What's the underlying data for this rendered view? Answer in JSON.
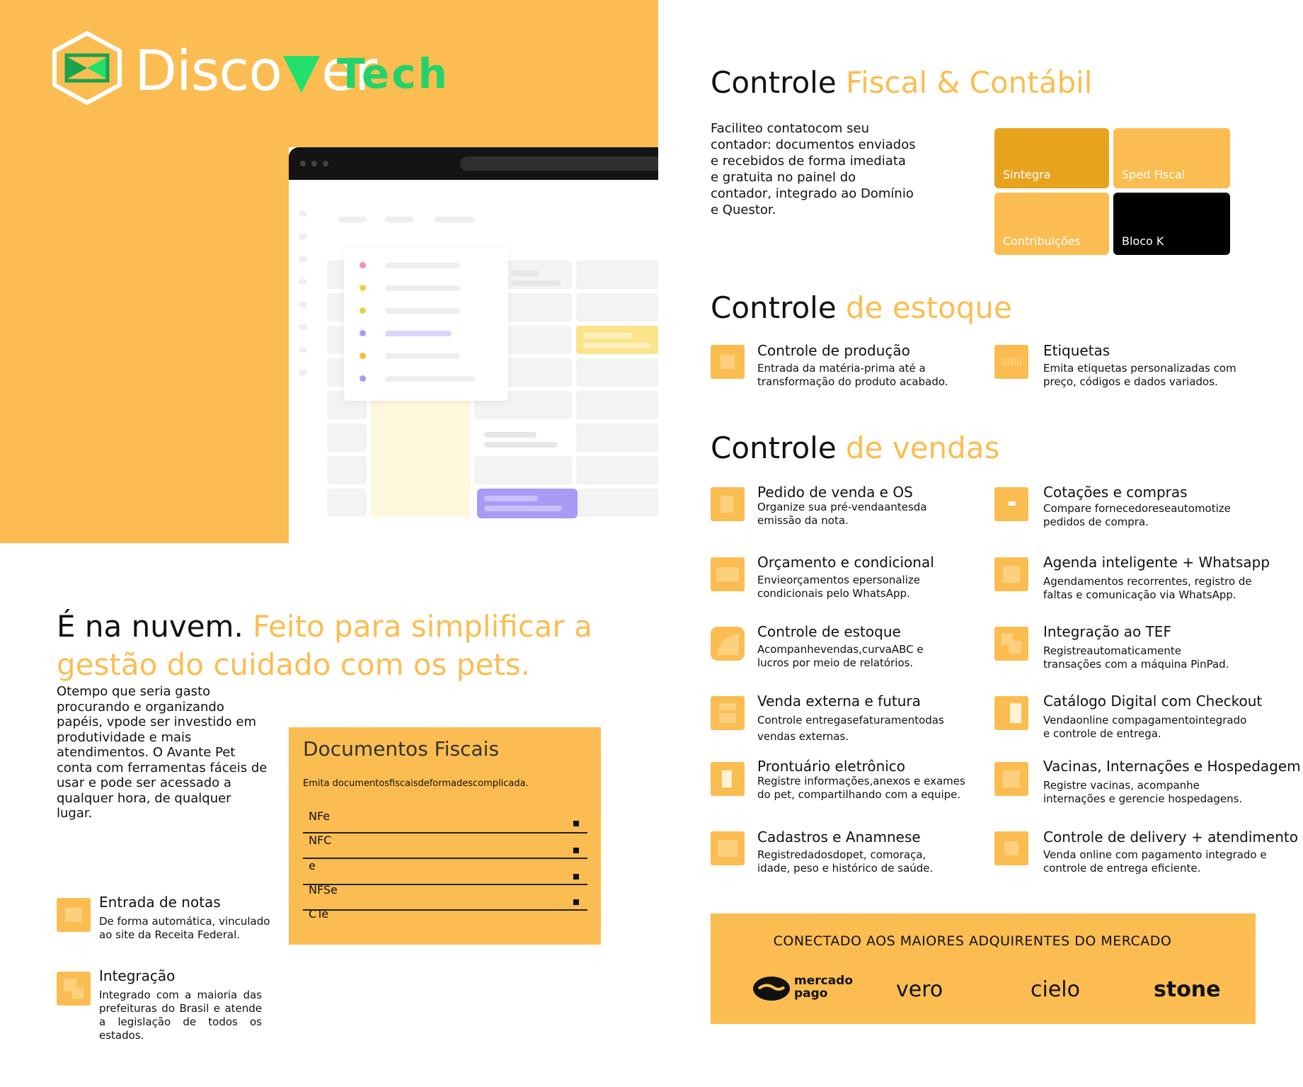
{
  "logo": {
    "word_left": "Disco",
    "word_right": "er",
    "tech": "Tech"
  },
  "fiscal": {
    "title_a": "Controle ",
    "title_b": "Fiscal & Contábil",
    "desc": "Faciliteo contatocom seu contador: documentos enviados e recebidos de forma imediata e gratuita no painel do contador, integrado ao Domínio e Questor.",
    "boxes": [
      {
        "label": "Sintegra",
        "color": "#E8A31E"
      },
      {
        "label": "Sped Fiscal",
        "color": "#FBBD51"
      },
      {
        "label": "Contribuições",
        "color": "#FBBD51"
      },
      {
        "label": "Bloco K",
        "color": "#000000"
      }
    ]
  },
  "estoque": {
    "title_a": "Controle ",
    "title_b": "de estoque",
    "items": [
      {
        "title": "Controle de produção",
        "desc": "Entrada da matéria-prima até a transformação do produto acabado."
      },
      {
        "title": "Etiquetas",
        "desc": "Emita etiquetas personalizadas com preço, códigos e dados variados."
      }
    ]
  },
  "vendas": {
    "title_a": "Controle ",
    "title_b": "de vendas",
    "left": [
      {
        "title": "Pedido de venda e OS",
        "desc": "Organize sua pré-vendaantesda emissão da nota."
      },
      {
        "title": "Orçamento e condicional",
        "desc": "Envieorçamentos epersonalize condicionais pelo WhatsApp."
      },
      {
        "title": "Controle de estoque",
        "desc": "Acompanhevendas,curvaABC e lucros por meio de relatórios."
      },
      {
        "title": "Venda externa e futura",
        "desc": "Controle entregasefaturamentodas vendas externas."
      },
      {
        "title": "Prontuário eletrônico",
        "desc": "Registre informações,anexos e exames do pet, compartilhando com a equipe."
      },
      {
        "title": "Cadastros e Anamnese",
        "desc": "Registredadosdopet, comoraça, idade, peso e histórico de saúde."
      }
    ],
    "right": [
      {
        "title": "Cotações e compras",
        "desc": "Compare fornecedoreseautomotize pedidos de compra."
      },
      {
        "title": "Agenda inteligente + Whatsapp",
        "desc": "Agendamentos recorrentes, registro de faltas e comunicação via WhatsApp."
      },
      {
        "title": "Integração ao TEF",
        "desc": "Registreautomaticamente transações com a máquina PinPad."
      },
      {
        "title": "Catálogo Digital com Checkout",
        "desc": "Vendaonline compagamentointegrado e controle de entrega."
      },
      {
        "title": "Vacinas, Internações e Hospedagem",
        "desc": "Registre vacinas, acompanhe internações e gerencie hospedagens."
      },
      {
        "title": "Controle de delivery + atendimento",
        "desc": "Venda online com pagamento integrado e controle de entrega eficiente."
      }
    ]
  },
  "cloud": {
    "title_a": "É na nuvem. ",
    "title_b": "Feito para simplificar a gestão do cuidado com os pets.",
    "desc": "Otempo que seria gasto procurando e organizando papéis, vpode ser investido em produtividade e mais atendimentos. O Avante Pet conta com ferramentas fáceis de usar e pode ser acessado a qualquer hora, de qualquer lugar."
  },
  "bottom_left": [
    {
      "title": "Entrada de notas",
      "desc": "De forma automática, vinculado ao site da Receita Federal."
    },
    {
      "title": "Integração",
      "desc": "Integrado com a maioria das prefeituras do Brasil e atende a legislação de todos os estados."
    }
  ],
  "docs": {
    "title": "Documentos Fiscais",
    "subtitle": "Emita documentosfiscaisdeformadescomplicada.",
    "rows": [
      "NFe",
      "NFC",
      "e",
      "NFSe",
      "CTe"
    ]
  },
  "banner": {
    "title": "CONECTADO AOS MAIORES ADQUIRENTES DO MERCADO",
    "brands": [
      "mercado pago",
      "vero",
      "cielo",
      "stone"
    ],
    "mp_line1": "mercado",
    "mp_line2": "pago"
  },
  "colors": {
    "accent": "#FBBD51",
    "accent_dark": "#E8A31E",
    "logo_green": "#22D36B"
  }
}
